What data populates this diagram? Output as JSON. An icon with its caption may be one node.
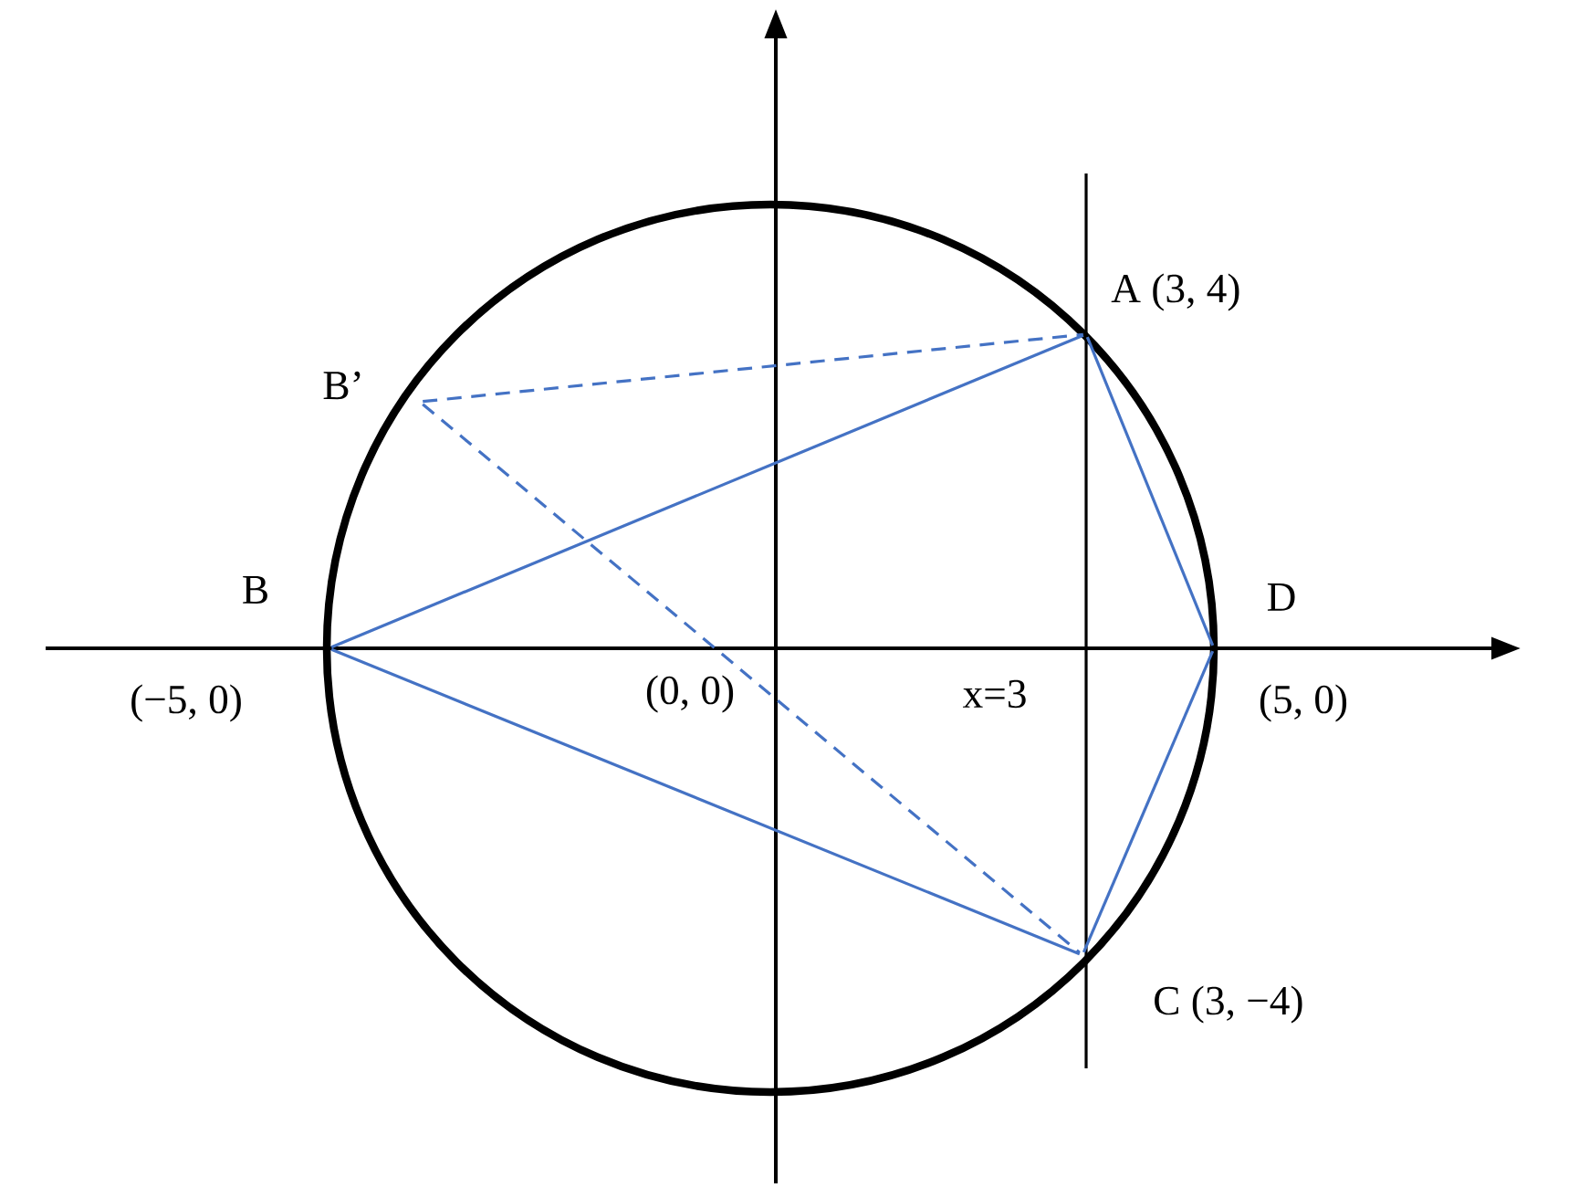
{
  "diagram": {
    "nodes": [
      {
        "text": [
          "A (3, 4)"
        ]
      },
      {
        "text": [
          "B’"
        ]
      },
      {
        "text": [
          "B",
          "(−5, 0)"
        ]
      },
      {
        "text": [
          "C (3, −4)"
        ]
      },
      {
        "text": [
          "D",
          "(5, 0)"
        ]
      }
    ],
    "edges": [
      {
        "from": 2,
        "to": 0,
        "arrow": "none"
      },
      {
        "from": 2,
        "to": 3,
        "arrow": "none"
      },
      {
        "from": 3,
        "to": 4,
        "arrow": "none"
      },
      {
        "from": 4,
        "to": 0,
        "arrow": "none"
      },
      {
        "from": 1,
        "to": 0,
        "arrow": "none",
        "style": "dashed"
      },
      {
        "from": 1,
        "to": 3,
        "arrow": "none",
        "style": "dashed"
      }
    ],
    "labels": [
      "(0, 0)",
      "x=3"
    ]
  }
}
